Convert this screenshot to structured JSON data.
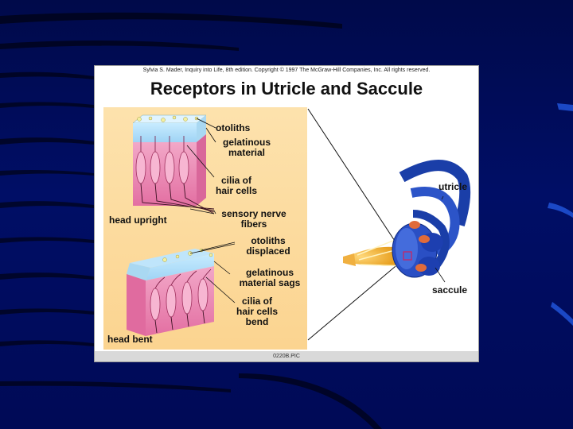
{
  "figure": {
    "copyright": "Sylvia S. Mader, Inquiry into Life, 8th edition. Copyright © 1997 The McGraw-Hill Companies, Inc. All rights reserved.",
    "title": "Receptors in Utricle and Saccule",
    "footer": "0220B.PIC"
  },
  "labels": {
    "otoliths": "otoliths",
    "gelatinous": "gelatinous",
    "material": "material",
    "cilia_of": "cilia of",
    "hair_cells": "hair cells",
    "head_upright": "head upright",
    "sensory_nerve": "sensory nerve",
    "fibers": "fibers",
    "otoliths2": "otoliths",
    "displaced": "displaced",
    "gelatinous2": "gelatinous",
    "material_sags": "material sags",
    "cilia_of2": "cilia of",
    "hair_cells2": "hair cells",
    "bend": "bend",
    "head_bent": "head bent",
    "utricle": "utricle",
    "saccule": "saccule"
  }
}
